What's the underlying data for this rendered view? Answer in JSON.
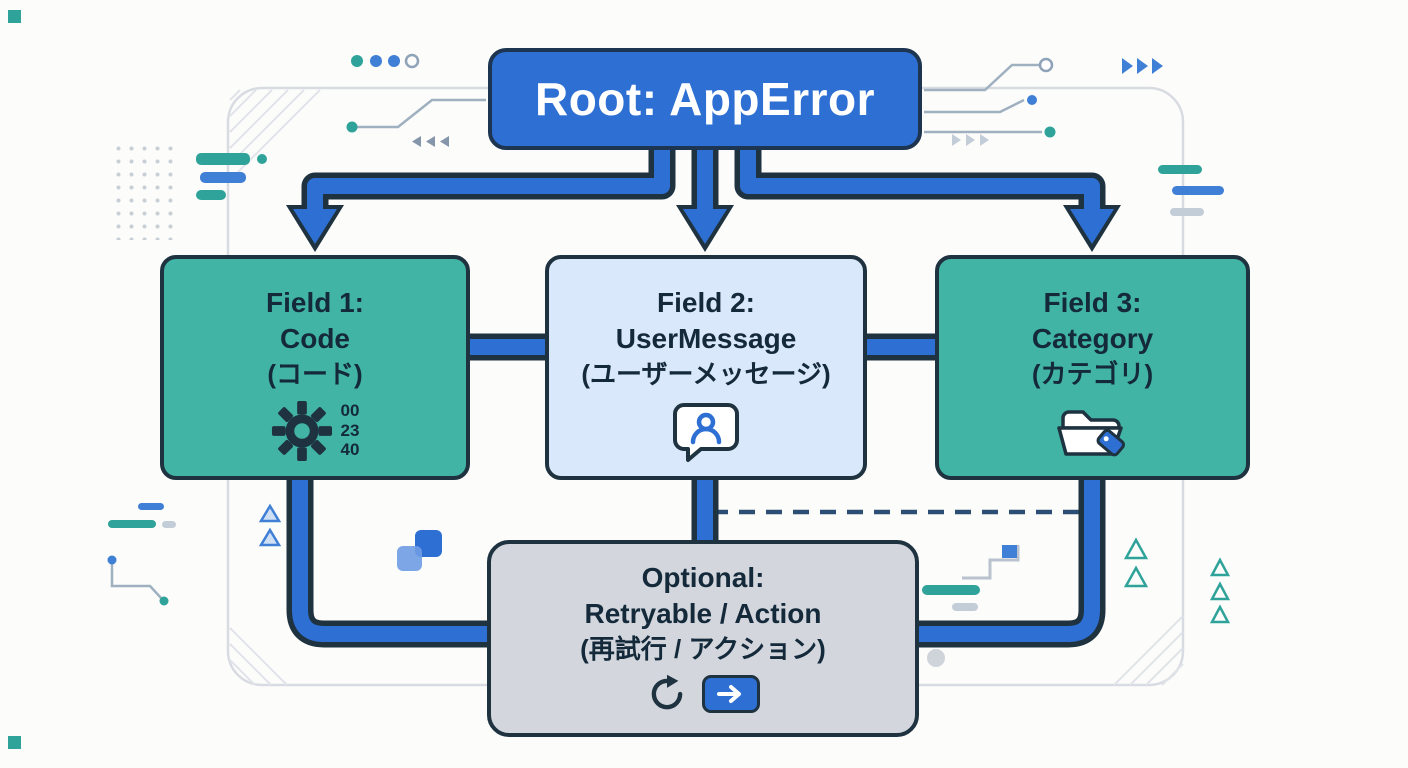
{
  "diagram": {
    "root": {
      "label": "Root: AppError"
    },
    "fields": [
      {
        "title": "Field 1:",
        "name": "Code",
        "jp": "(コード)",
        "icon": "gear-icon",
        "code_values": [
          "00",
          "23",
          "40"
        ]
      },
      {
        "title": "Field 2:",
        "name": "UserMessage",
        "jp": "(ユーザーメッセージ)",
        "icon": "user-message-icon"
      },
      {
        "title": "Field 3:",
        "name": "Category",
        "jp": "(カテゴリ)",
        "icon": "category-folder-icon"
      }
    ],
    "optional": {
      "title": "Optional:",
      "name": "Retryable / Action",
      "jp": "(再試行 / アクション)",
      "icons": [
        "retry-icon",
        "action-arrow-icon"
      ]
    },
    "colors": {
      "root_fill": "#2e6fd3",
      "teal_fill": "#41b4a6",
      "lightblue_fill": "#d9e9fb",
      "gray_fill": "#d3d7dd",
      "connector_blue": "#2e6fd3",
      "outline_dark": "#1e3240",
      "dashed_line": "#2c4e74",
      "accent_teal": "#2fa39a",
      "accent_blue": "#3f7fd6"
    }
  }
}
